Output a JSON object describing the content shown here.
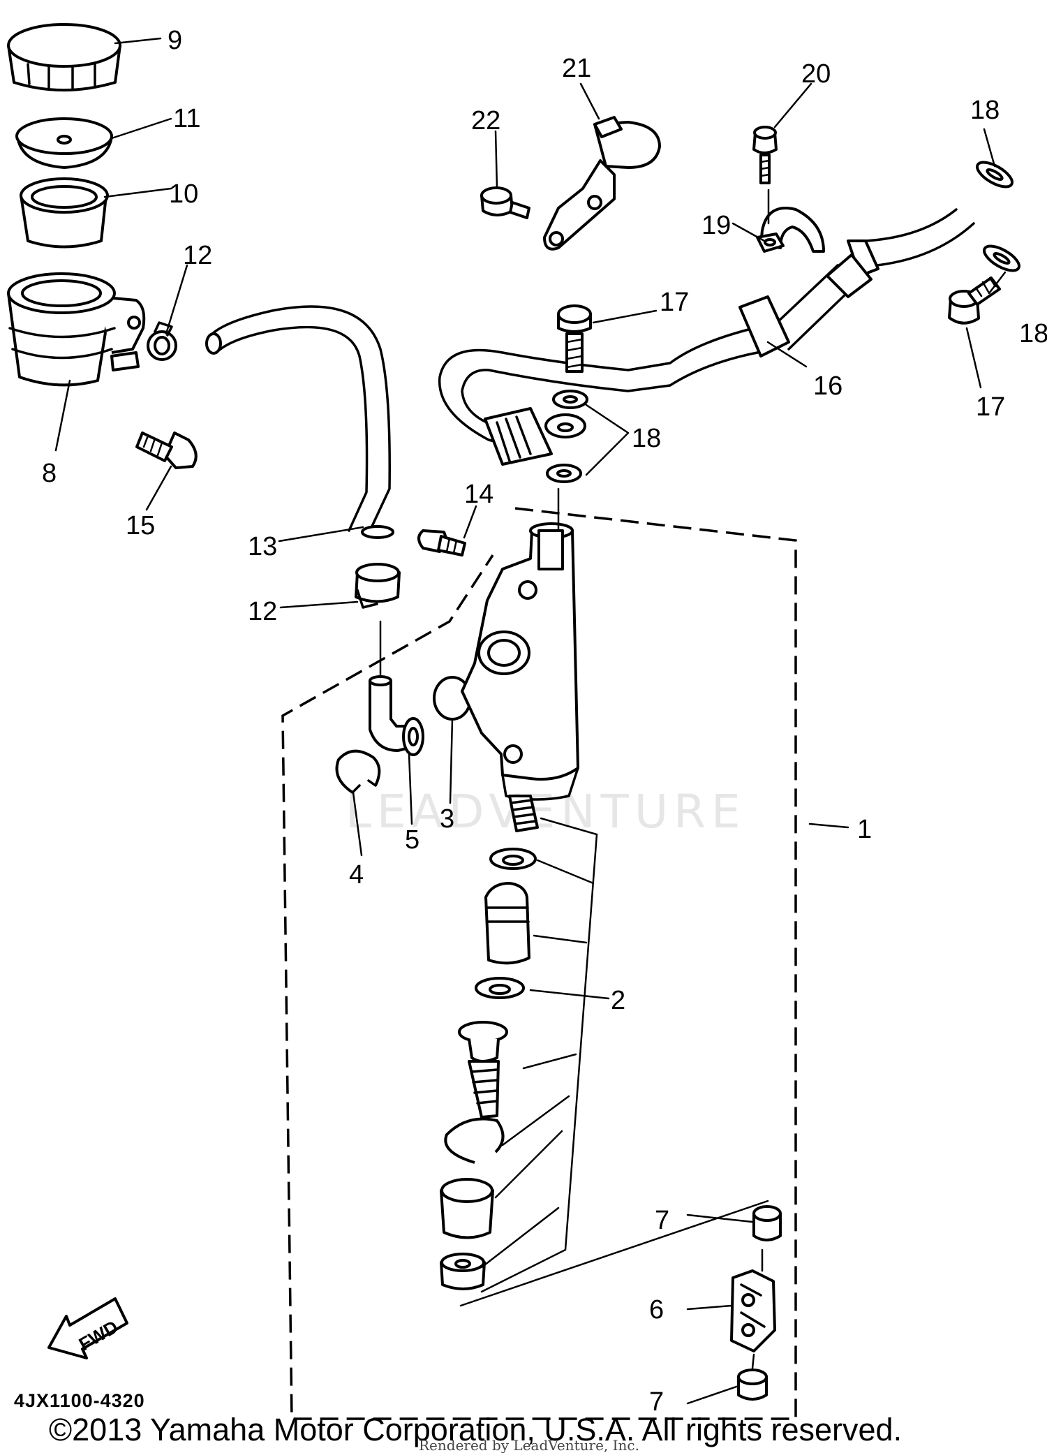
{
  "watermark": "LEADVENTURE",
  "diagram_code": "4JX1100-4320",
  "fwd_label": "FWD",
  "copyright": "©2013 Yamaha Motor Corporation, U.S.A. All rights reserved.",
  "rendered_by": "Rendered by LeadVenture, Inc.",
  "callouts": {
    "c1": "1",
    "c2": "2",
    "c3": "3",
    "c4": "4",
    "c5": "5",
    "c6": "6",
    "c7a": "7",
    "c7b": "7",
    "c8": "8",
    "c9": "9",
    "c10": "10",
    "c11": "11",
    "c12a": "12",
    "c12b": "12",
    "c13": "13",
    "c14": "14",
    "c15": "15",
    "c16": "16",
    "c17a": "17",
    "c17b": "17",
    "c18a": "18",
    "c18b": "18",
    "c18c": "18",
    "c19": "19",
    "c20": "20",
    "c21": "21",
    "c22": "22"
  }
}
